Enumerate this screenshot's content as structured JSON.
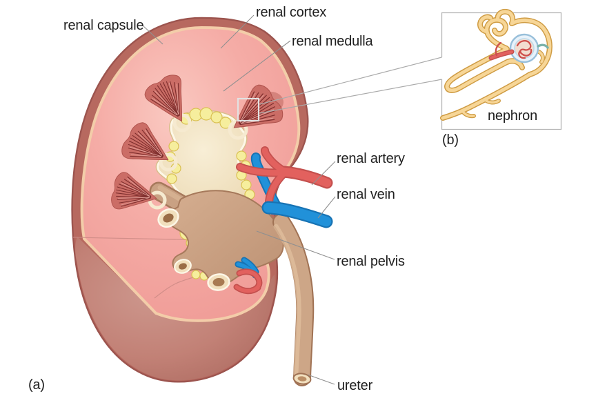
{
  "figure": {
    "panel_a_tag": "(a)",
    "panel_b_tag": "(b)",
    "labels": {
      "renal_capsule": "renal capsule",
      "renal_cortex": "renal cortex",
      "renal_medulla": "renal medulla",
      "renal_artery": "renal artery",
      "renal_vein": "renal vein",
      "renal_pelvis": "renal pelvis",
      "ureter": "ureter"
    },
    "inset": {
      "label": "nephron"
    }
  },
  "palette": {
    "capsule_dark": "#b7695f",
    "capsule_rim_cream": "#f3cda9",
    "cortex_pink": "#f5aca6",
    "medulla_red": "#cb6d66",
    "sinus_cream": "#f1e3c1",
    "fat_yellow": "#f6ee9d",
    "pelvis_brown": "#c9a183",
    "artery_red": "#e2615e",
    "vein_blue": "#2191d9",
    "ureter_tan": "#cda687",
    "nephron_tubule": "#f7d697",
    "glomerulus_capsule_blue": "#cfe2f2",
    "leader_gray": "#909090",
    "label_color": "#1f1f1f"
  }
}
